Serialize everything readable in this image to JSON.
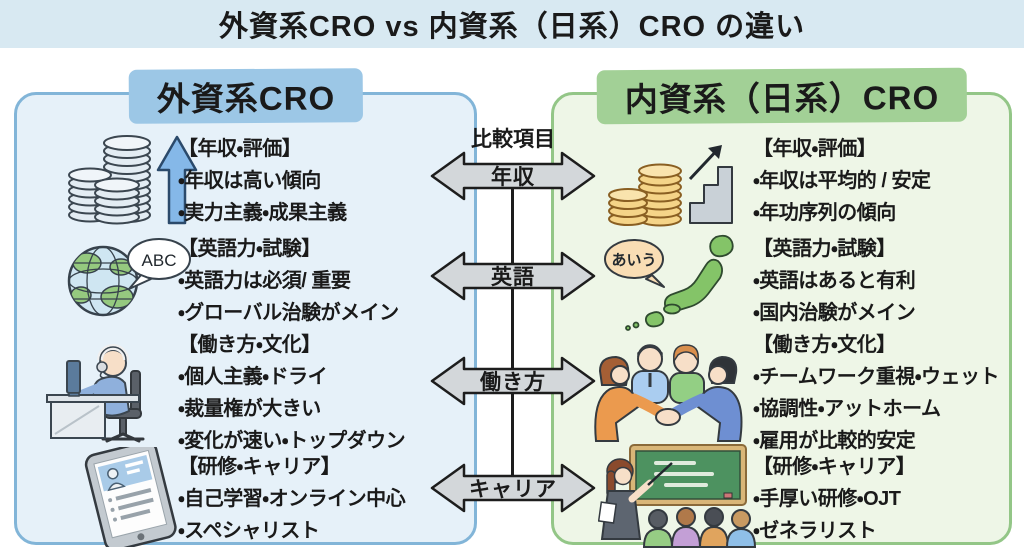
{
  "title": "外資系CRO vs 内資系（日系）CRO の違い",
  "comparison": {
    "label": "比較項目",
    "items": [
      "年収",
      "英語",
      "働き方",
      "キャリア"
    ]
  },
  "left_panel": {
    "title": "外資系CRO",
    "sections": [
      {
        "icon": "coins-up-arrow",
        "heading": "【年収・評価】",
        "bullets": [
          "・年収は高い傾向",
          "・実力主義・成果主義"
        ]
      },
      {
        "icon": "globe-abc-bubble",
        "icon_text": "ABC",
        "heading": "【英語力・試験】",
        "bullets": [
          "・英語力は必須/ 重要",
          "・グローバル治験がメイン"
        ]
      },
      {
        "icon": "remote-worker-desk",
        "heading": "【働き方・文化】",
        "bullets": [
          "・個人主義・ドライ",
          "・裁量権が大きい",
          "・変化が速い・トップダウン"
        ]
      },
      {
        "icon": "tablet-online-learning",
        "heading": "【研修・キャリア】",
        "bullets": [
          "・自己学習・オンライン中心",
          "・スペシャリスト"
        ]
      }
    ]
  },
  "right_panel": {
    "title": "内資系（日系）CRO",
    "sections": [
      {
        "icon": "coins-rising-steps",
        "heading": "【年収・評価】",
        "bullets": [
          "・年収は平均的 / 安定",
          "・年功序列の傾向"
        ]
      },
      {
        "icon": "japan-map-speech-bubble",
        "icon_text": "あいう",
        "heading": "【英語力・試験】",
        "bullets": [
          "・英語はあると有利",
          "・国内治験がメイン"
        ]
      },
      {
        "icon": "team-handshake",
        "heading": "【働き方・文化】",
        "bullets": [
          "・チームワーク重視・ウェット",
          "・協調性・アットホーム",
          "・雇用が比較的安定"
        ]
      },
      {
        "icon": "classroom-training",
        "heading": "【研修・キャリア】",
        "bullets": [
          "・手厚い研修・OJT",
          "・ゼネラリスト"
        ]
      }
    ]
  },
  "colors": {
    "title_bar_bg": "#d8e9f2",
    "left_accent": "#9cc7e6",
    "left_panel_bg": "#e6f1f9",
    "left_panel_border": "#82b5d8",
    "right_accent": "#a2d096",
    "right_panel_bg": "#eef6e7",
    "right_panel_border": "#93c687",
    "arrow_fill": "#d3d7da",
    "arrow_border": "#1d1d1d",
    "text_color": "#1a1a1a"
  }
}
